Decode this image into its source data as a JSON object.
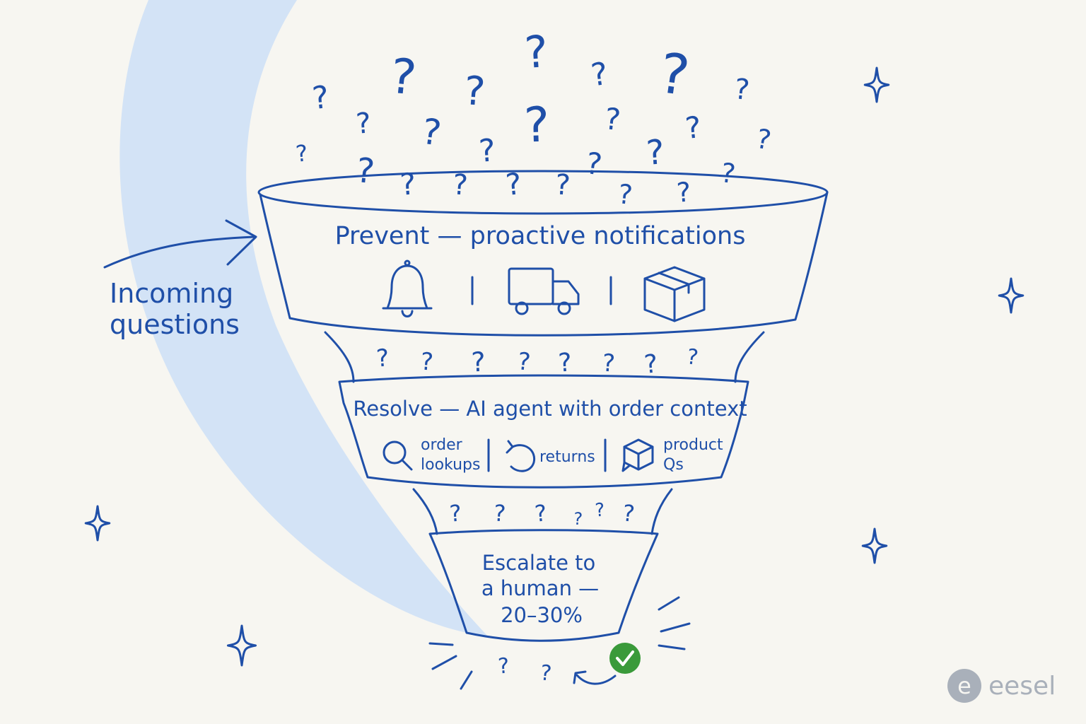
{
  "incoming": {
    "line1": "Incoming",
    "line2": "questions"
  },
  "prevent": {
    "label": "Prevent — proactive notifications",
    "icons": [
      "bell-icon",
      "truck-icon",
      "box-icon"
    ]
  },
  "resolve": {
    "label": "Resolve — AI agent with order context",
    "items": [
      {
        "icon": "magnifier-icon",
        "line1": "order",
        "line2": "lookups"
      },
      {
        "icon": "return-arrow-icon",
        "line1": "returns",
        "line2": ""
      },
      {
        "icon": "cube-chat-icon",
        "line1": "product",
        "line2": "Qs"
      }
    ]
  },
  "escalate": {
    "line1": "Escalate to",
    "line2": "a human —",
    "line3": "20–30%"
  },
  "question_mark": "?",
  "brand": {
    "name": "eesel",
    "mark": "e"
  },
  "colors": {
    "ink": "#1f4fa8",
    "swoosh": "#d3e3f6",
    "check": "#3a9a3a",
    "logo": "#a9b0ba",
    "background": "#f7f6f1"
  }
}
